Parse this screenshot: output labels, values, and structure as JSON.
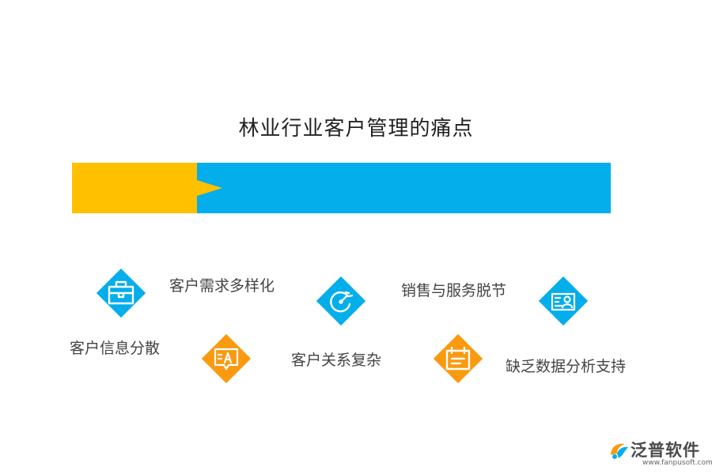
{
  "title": "林业行业客户管理的痛点",
  "colors": {
    "blue": "#03AEEA",
    "orange": "#F99A0F",
    "yellow": "#FFC000"
  },
  "items": [
    {
      "label": "客户信息分散",
      "icon": "briefcase-icon"
    },
    {
      "label": "客户需求多样化",
      "icon": "chat-a-icon"
    },
    {
      "label": "客户关系复杂",
      "icon": "refresh-gauge-icon"
    },
    {
      "label": "销售与服务脱节",
      "icon": "calendar-icon"
    },
    {
      "label": "缺乏数据分析支持",
      "icon": "id-card-icon"
    }
  ],
  "logo": {
    "brand": "泛普软件",
    "url": "www.fanpusoft.com"
  }
}
